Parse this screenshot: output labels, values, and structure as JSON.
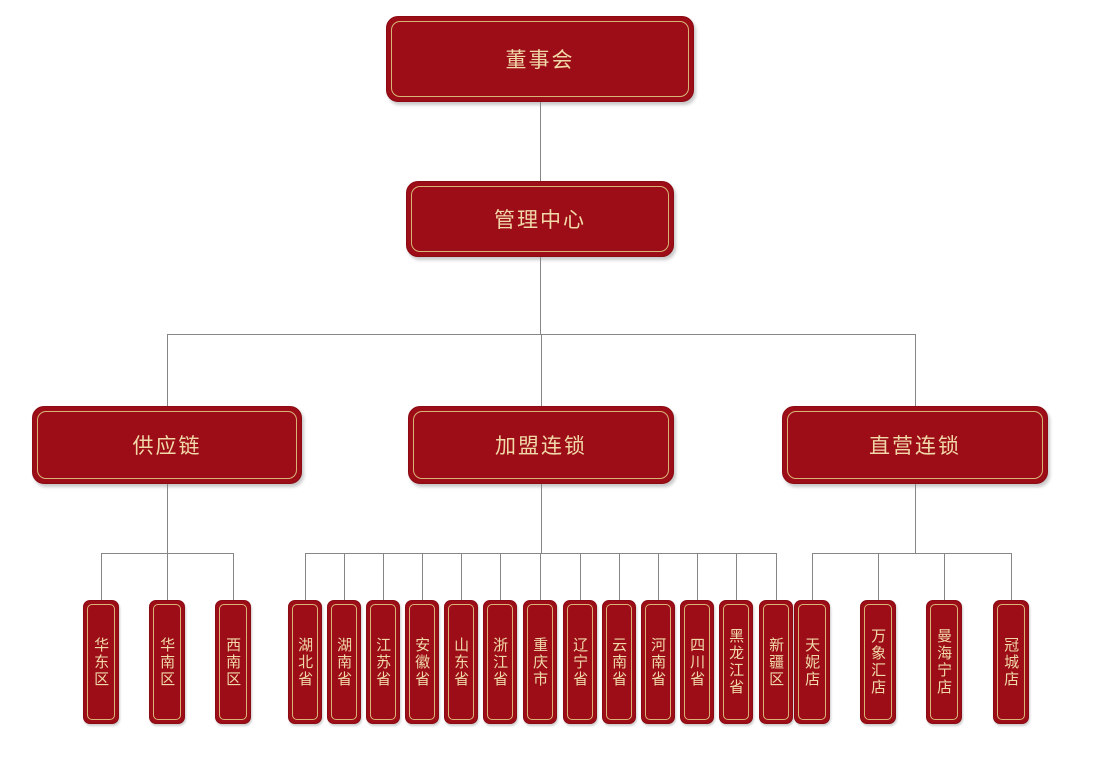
{
  "chart": {
    "type": "org-chart",
    "title": "",
    "colors": {
      "node_fill": "#9d0d17",
      "node_border": "#8a0b13",
      "inner_border": "#d9b478",
      "text": "#f0d8a8",
      "connector": "#868686",
      "background": "#ffffff"
    },
    "levels": [
      {
        "level": 1,
        "nodes": [
          {
            "id": "board",
            "label": "董事会"
          }
        ]
      },
      {
        "level": 2,
        "nodes": [
          {
            "id": "management-center",
            "label": "管理中心",
            "parent": "board"
          }
        ]
      },
      {
        "level": 3,
        "nodes": [
          {
            "id": "supply-chain",
            "label": "供应链",
            "parent": "management-center"
          },
          {
            "id": "franchise-chain",
            "label": "加盟连锁",
            "parent": "management-center"
          },
          {
            "id": "direct-chain",
            "label": "直营连锁",
            "parent": "management-center"
          }
        ]
      },
      {
        "level": 4,
        "groups": [
          {
            "parent": "supply-chain",
            "nodes": [
              {
                "label": "华东区"
              },
              {
                "label": "华南区"
              },
              {
                "label": "西南区"
              }
            ]
          },
          {
            "parent": "franchise-chain",
            "nodes": [
              {
                "label": "湖北省"
              },
              {
                "label": "湖南省"
              },
              {
                "label": "江苏省"
              },
              {
                "label": "安徽省"
              },
              {
                "label": "山东省"
              },
              {
                "label": "浙江省"
              },
              {
                "label": "重庆市"
              },
              {
                "label": "辽宁省"
              },
              {
                "label": "云南省"
              },
              {
                "label": "河南省"
              },
              {
                "label": "四川省"
              },
              {
                "label": "黑龙江省"
              },
              {
                "label": "新疆区"
              }
            ]
          },
          {
            "parent": "direct-chain",
            "nodes": [
              {
                "label": "天妮店"
              },
              {
                "label": "万象汇店"
              },
              {
                "label": "曼海宁店"
              },
              {
                "label": "冠城店"
              }
            ]
          }
        ]
      }
    ]
  },
  "nodes": {
    "board": "董事会",
    "management_center": "管理中心",
    "supply_chain": "供应链",
    "franchise_chain": "加盟连锁",
    "direct_chain": "直营连锁",
    "supply_leaves": [
      "华东区",
      "华南区",
      "西南区"
    ],
    "franchise_leaves": [
      "湖北省",
      "湖南省",
      "江苏省",
      "安徽省",
      "山东省",
      "浙江省",
      "重庆市",
      "辽宁省",
      "云南省",
      "河南省",
      "四川省",
      "黑龙江省",
      "新疆区"
    ],
    "direct_leaves": [
      "天妮店",
      "万象汇店",
      "曼海宁店",
      "冠城店"
    ]
  }
}
